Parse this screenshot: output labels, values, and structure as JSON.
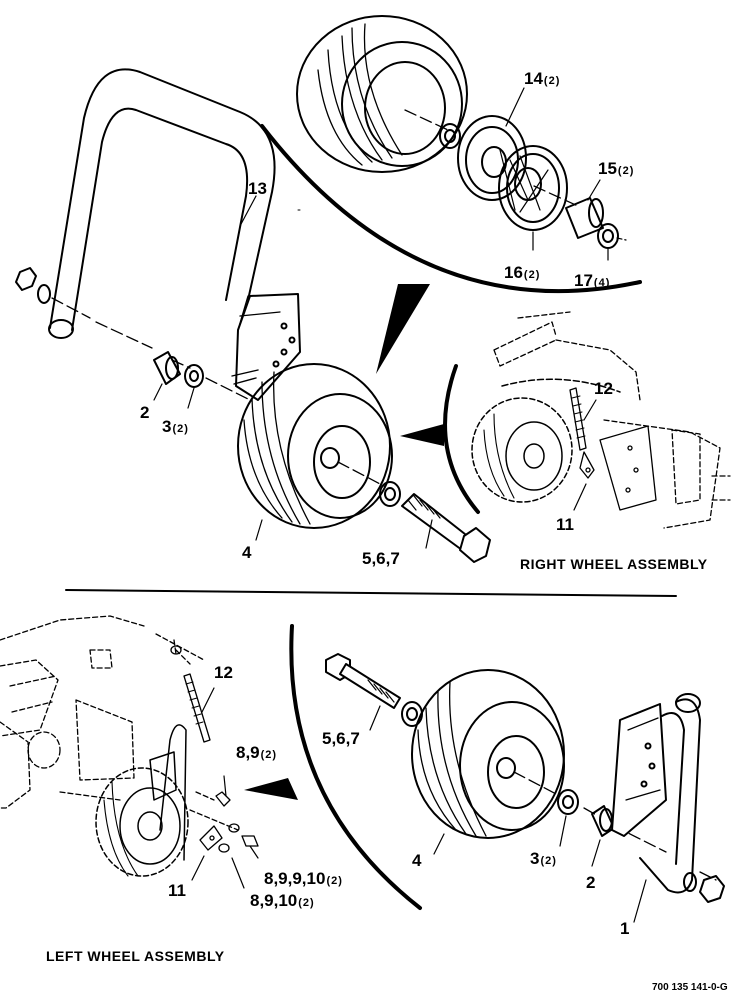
{
  "captions": {
    "right_assembly": "RIGHT WHEEL ASSEMBLY",
    "left_assembly": "LEFT WHEEL ASSEMBLY",
    "document_number": "700 135 141-0-G"
  },
  "callouts": {
    "c13": {
      "text": "13",
      "qty": ""
    },
    "c14": {
      "text": "14",
      "qty": "(2)"
    },
    "c15": {
      "text": "15",
      "qty": "(2)"
    },
    "c16": {
      "text": "16",
      "qty": "(2)"
    },
    "c17": {
      "text": "17",
      "qty": "(4)"
    },
    "c2_top": {
      "text": "2",
      "qty": ""
    },
    "c3_top": {
      "text": "3",
      "qty": "(2)"
    },
    "c4_top": {
      "text": "4",
      "qty": ""
    },
    "c567_top": {
      "text": "5,6,7",
      "qty": ""
    },
    "c12_right": {
      "text": "12",
      "qty": ""
    },
    "c11_right": {
      "text": "11",
      "qty": ""
    },
    "c12_left": {
      "text": "12",
      "qty": ""
    },
    "c89": {
      "text": "8,9",
      "qty": "(2)"
    },
    "c89910": {
      "text": "8,9,9,10",
      "qty": "(2)"
    },
    "c8910": {
      "text": "8,9,10",
      "qty": "(2)"
    },
    "c11_left": {
      "text": "11",
      "qty": ""
    },
    "c567_bottom": {
      "text": "5,6,7",
      "qty": ""
    },
    "c4_bottom": {
      "text": "4",
      "qty": ""
    },
    "c3_bottom": {
      "text": "3",
      "qty": "(2)"
    },
    "c2_bottom": {
      "text": "2",
      "qty": ""
    },
    "c1": {
      "text": "1",
      "qty": ""
    }
  }
}
